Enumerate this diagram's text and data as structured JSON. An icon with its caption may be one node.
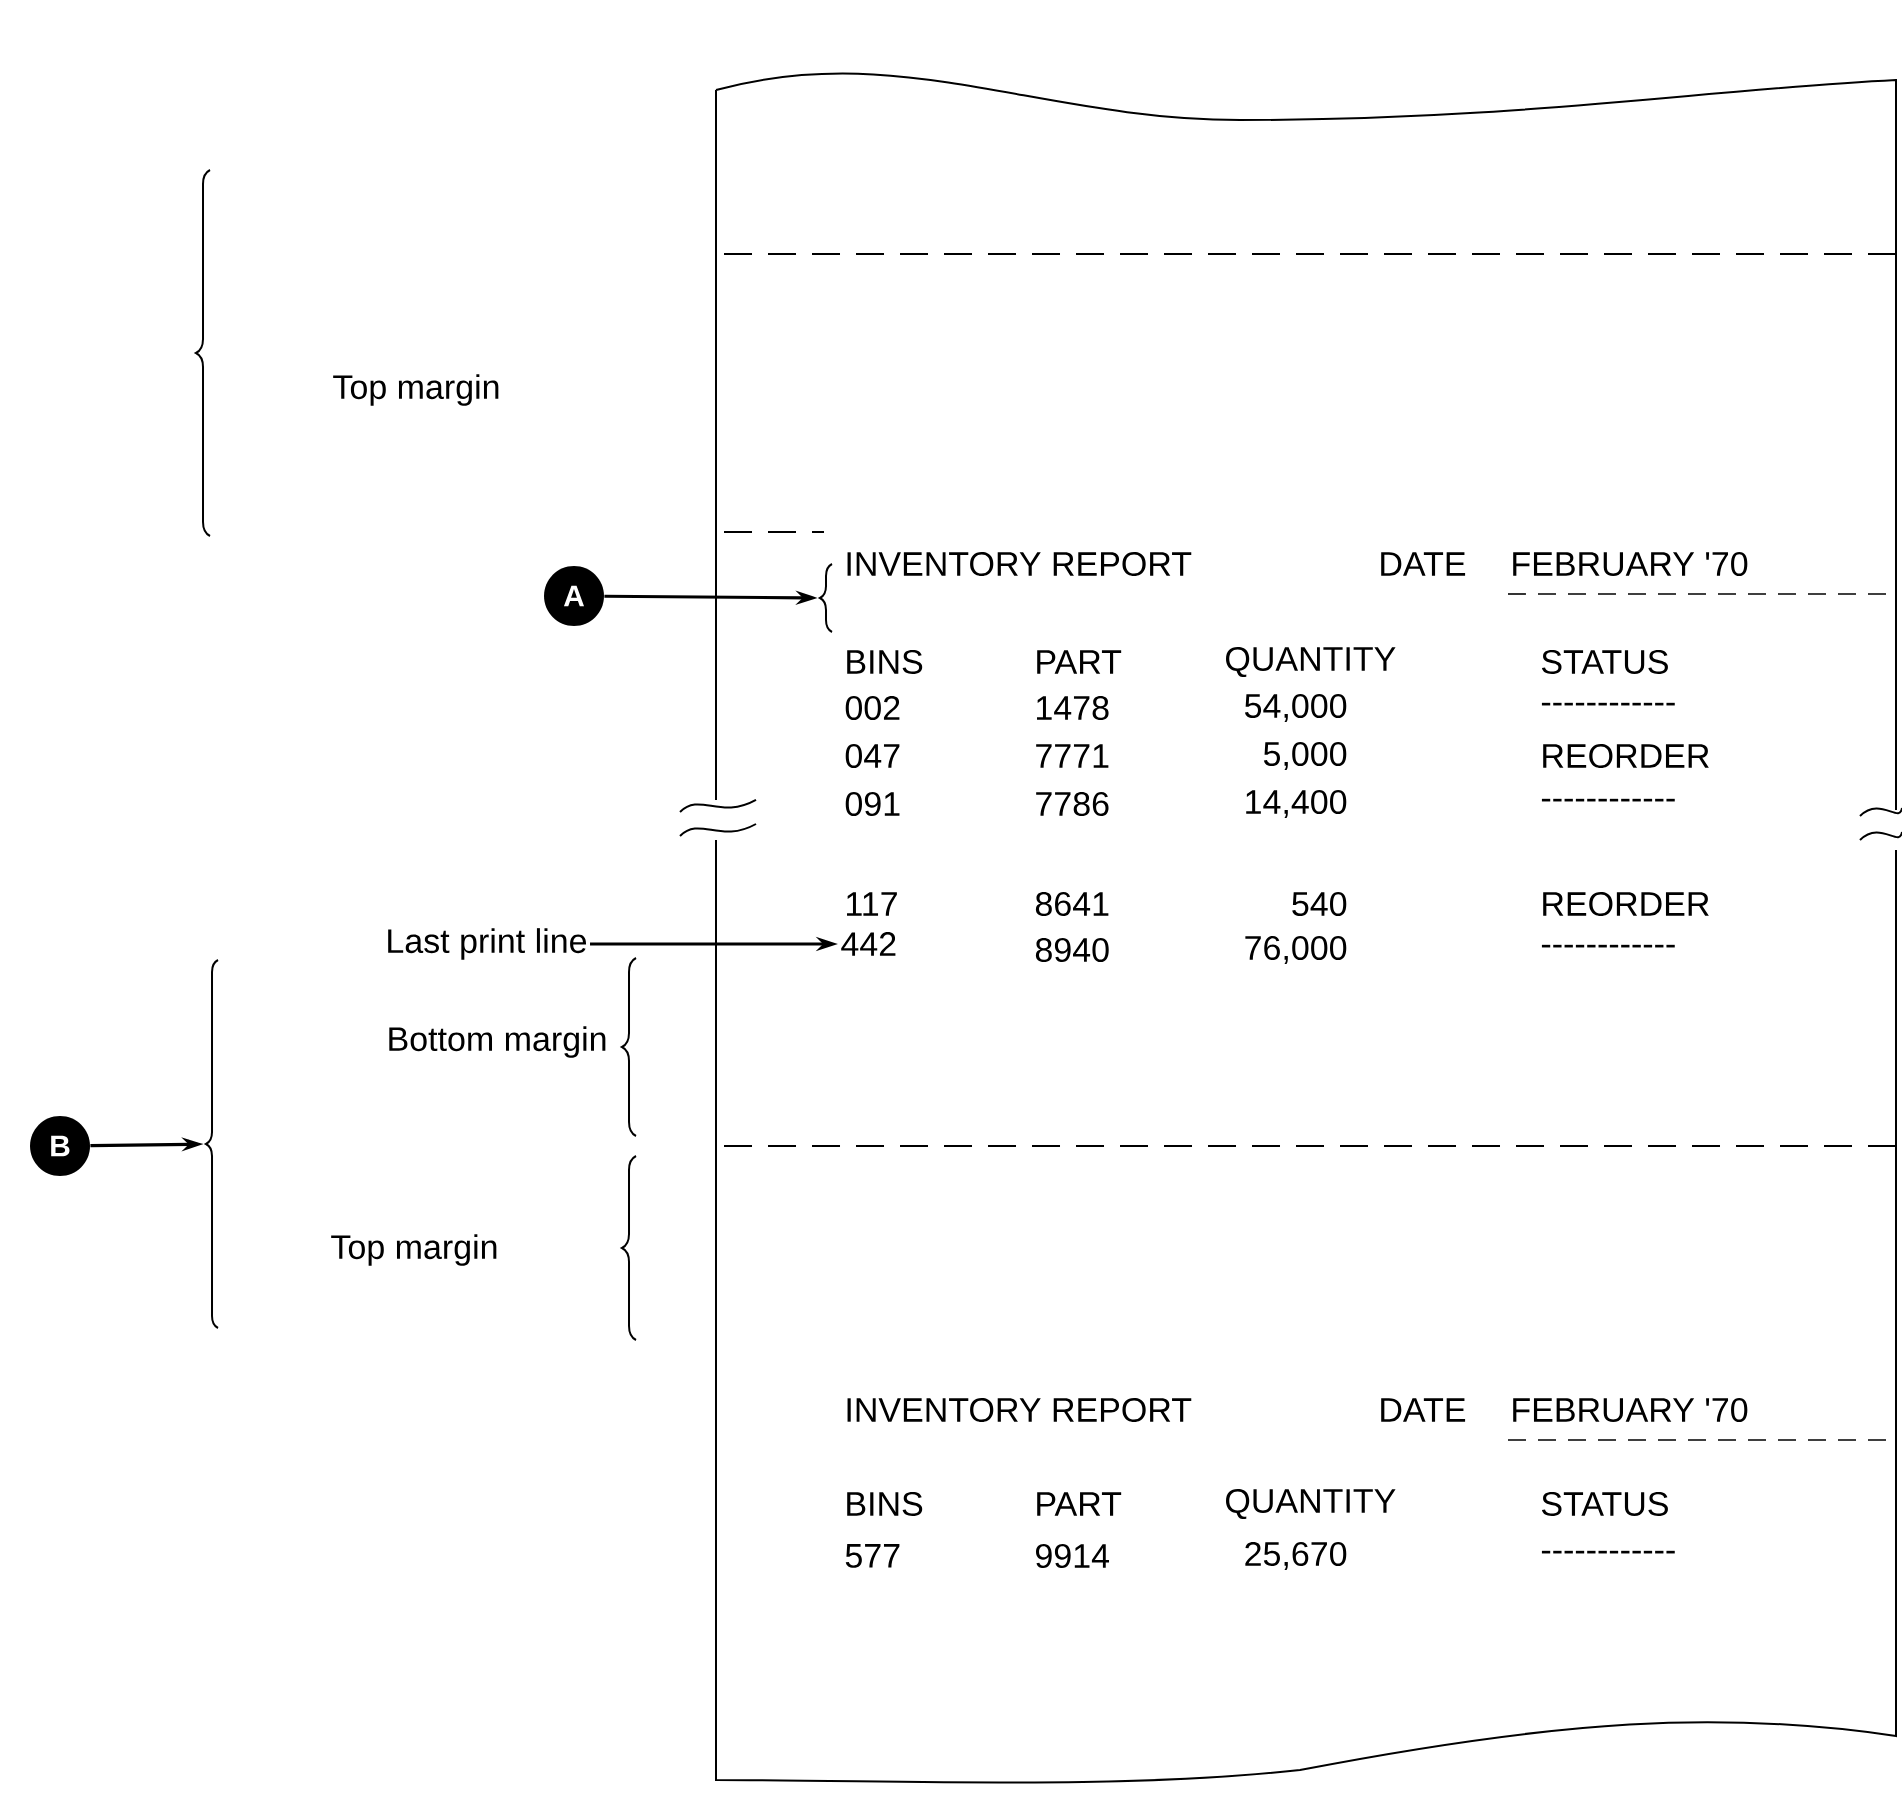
{
  "diagram": {
    "nodes": [
      {
        "text": [
          "A"
        ]
      },
      {
        "text": [],
        "shape": "brace"
      },
      {
        "text": [
          "Last print line"
        ]
      },
      {
        "text": [
          "442"
        ]
      },
      {
        "text": [
          "B"
        ]
      },
      {
        "text": [],
        "shape": "brace"
      }
    ],
    "edges": [
      {
        "from": 0,
        "to": 1,
        "arrow": "to"
      },
      {
        "from": 2,
        "to": 3,
        "arrow": "to"
      },
      {
        "from": 4,
        "to": 5,
        "arrow": "to"
      }
    ],
    "labels": [
      "Top margin",
      "INVENTORY REPORT",
      "DATE",
      "FEBRUARY '70",
      "BINS",
      "PART",
      "QUANTITY",
      "STATUS",
      "002",
      "1478",
      "54,000",
      "------------",
      "047",
      "7771",
      "5,000",
      "REORDER",
      "091",
      "7786",
      "14,400",
      "------------",
      "117",
      "8641",
      "540",
      "REORDER",
      "8940",
      "76,000",
      "------------",
      "Bottom margin",
      "Top margin",
      "INVENTORY REPORT",
      "DATE",
      "FEBRUARY '70",
      "BINS",
      "PART",
      "QUANTITY",
      "STATUS",
      "577",
      "9914",
      "25,670",
      "------------"
    ]
  }
}
